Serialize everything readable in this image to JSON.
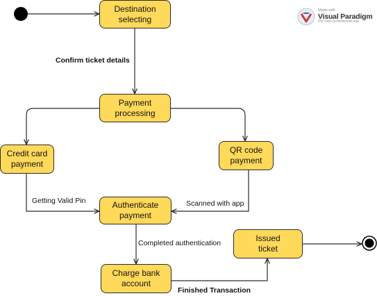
{
  "states": {
    "destination": "Destination\nselecting",
    "payment": "Payment\nprocessing",
    "credit": "Credit card\npayment",
    "qr": "QR code\npayment",
    "authenticate": "Authenticate\npayment",
    "charge": "Charge bank\naccount",
    "issued": "Issued\nticket"
  },
  "transitions": {
    "confirm": "Confirm ticket details",
    "valid_pin": "Getting Valid Pin",
    "scanned": "Scanned with app",
    "completed": "Completed authentication",
    "finished": "Finished Transaction"
  },
  "watermark": {
    "made_with": "Made with",
    "brand": "Visual Paradigm",
    "note": "For non-commercial use"
  },
  "colors": {
    "state_fill": "#FFD95A",
    "stroke": "#2b2b2b"
  }
}
